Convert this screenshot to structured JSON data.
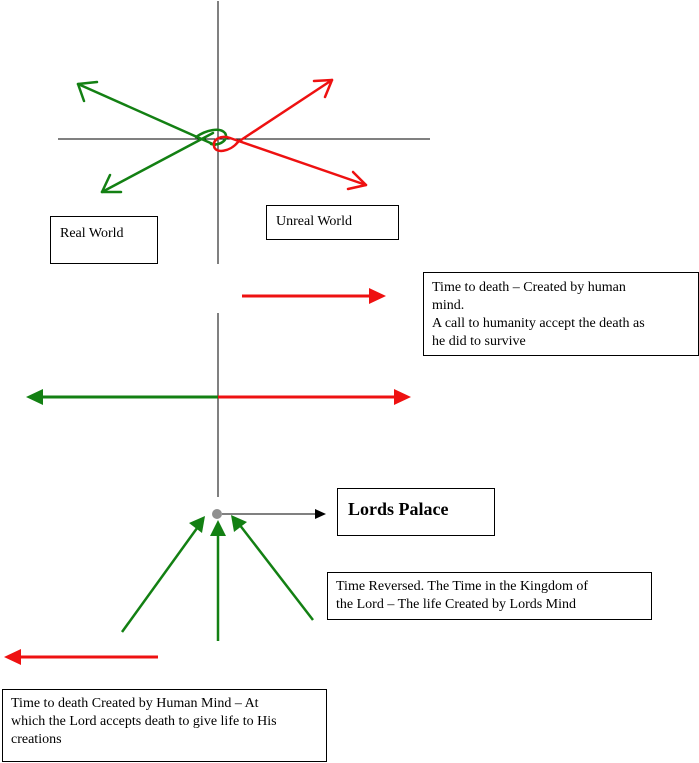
{
  "colors": {
    "green": "#138013",
    "red": "#ee1111",
    "black": "#000000",
    "grey_dot": "#909090"
  },
  "labels": {
    "real_world": "Real World",
    "unreal_world": "Unreal World",
    "time_to_death_top": [
      "Time to death – Created by human",
      "mind.",
      "A call to humanity accept the death as",
      "he did to survive"
    ],
    "lords_palace": "Lords Palace",
    "time_reversed": [
      "Time Reversed. The Time in the Kingdom of",
      "the Lord – The life Created by Lords Mind"
    ],
    "time_to_death_bottom": [
      "Time to death Created by Human Mind – At",
      "which the Lord accepts death to give life to His",
      "creations"
    ]
  }
}
